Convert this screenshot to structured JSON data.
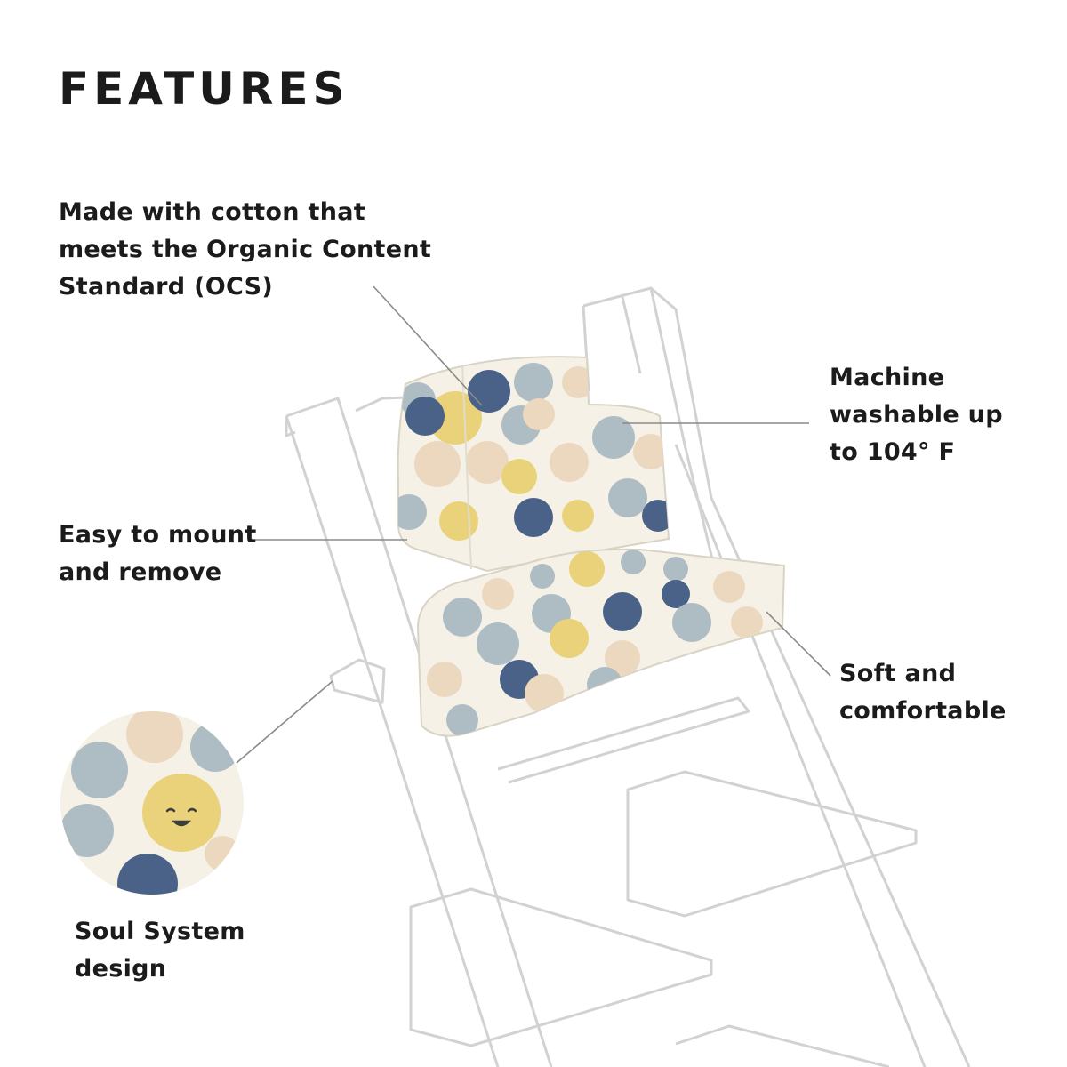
{
  "heading": "FEATURES",
  "features": [
    {
      "lines": [
        "Made with cotton that",
        "meets the Organic Content",
        "Standard (OCS)"
      ]
    },
    {
      "lines": [
        "Machine",
        "washable up",
        "to 104° F"
      ]
    },
    {
      "lines": [
        "Easy to mount",
        "and remove"
      ]
    },
    {
      "lines": [
        "Soft and",
        "comfortable"
      ]
    },
    {
      "lines": [
        "Soul System",
        "design"
      ]
    }
  ],
  "colors": {
    "outline": "#d2d2d2",
    "leader": "#8a8a8a",
    "cushion_base": "#f5f1e6",
    "dot_yellow": "#ead27a",
    "dot_gray": "#aebcc4",
    "dot_navy": "#4a6287",
    "dot_beige": "#ecd8bf"
  }
}
